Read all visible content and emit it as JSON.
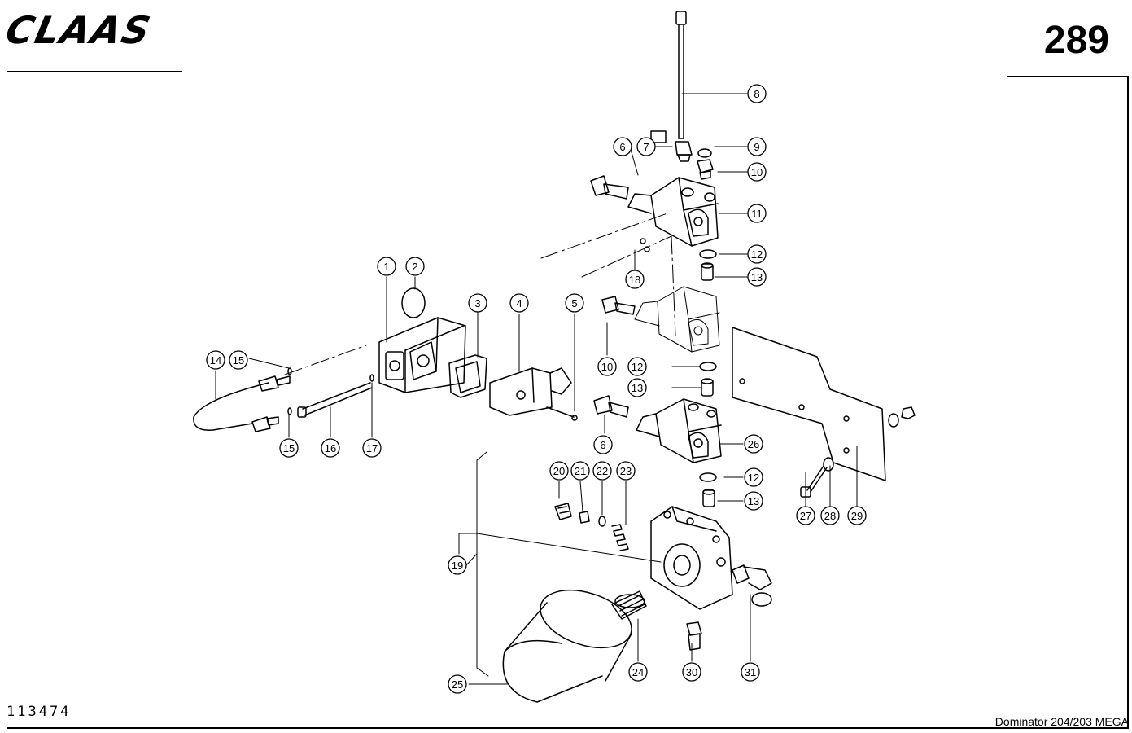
{
  "header": {
    "brand": "CLAAS",
    "page_number": "289"
  },
  "footer": {
    "diagram_number": "113474",
    "model": "Dominator 204/203 MEGA"
  },
  "callouts": [
    "1",
    "2",
    "3",
    "4",
    "5",
    "6",
    "7",
    "8",
    "9",
    "10",
    "10",
    "11",
    "12",
    "12",
    "12",
    "13",
    "13",
    "13",
    "14",
    "15",
    "15",
    "16",
    "17",
    "18",
    "19",
    "20",
    "21",
    "22",
    "23",
    "24",
    "25",
    "26",
    "27",
    "28",
    "29",
    "30",
    "31",
    "6"
  ]
}
